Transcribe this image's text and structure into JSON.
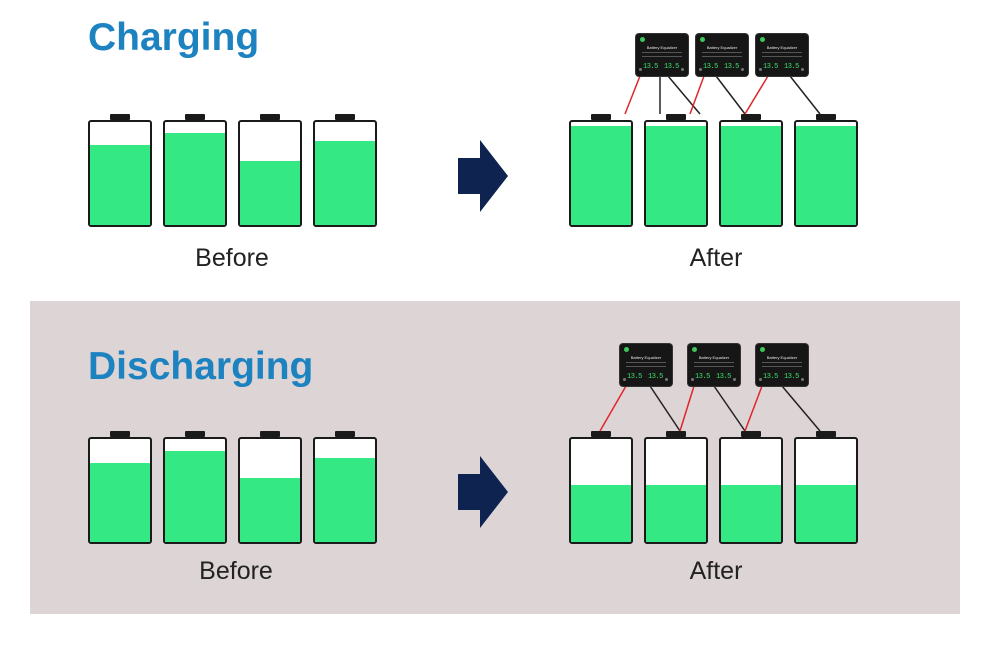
{
  "charging": {
    "title": "Charging",
    "before_caption": "Before",
    "after_caption": "After",
    "before_levels": [
      0.78,
      0.89,
      0.62,
      0.82
    ],
    "after_levels": [
      0.96,
      0.96,
      0.96,
      0.96
    ]
  },
  "discharging": {
    "title": "Discharging",
    "before_caption": "Before",
    "after_caption": "After",
    "before_levels": [
      0.77,
      0.88,
      0.62,
      0.82
    ],
    "after_levels": [
      0.55,
      0.55,
      0.55,
      0.55
    ]
  },
  "equalizer": {
    "title": "Battery Equalizer",
    "display_left": "13.5",
    "display_right": "13.5"
  },
  "colors": {
    "title": "#1d82c0",
    "battery_fill": "#34e884",
    "arrow": "#0f2350",
    "wire_positive": "#e0262b",
    "wire_negative": "#222222",
    "panel_background": "#ddd4d6"
  },
  "icons": {
    "arrow": "right-arrow-icon",
    "battery": "battery-icon",
    "module": "battery-equalizer-module"
  }
}
